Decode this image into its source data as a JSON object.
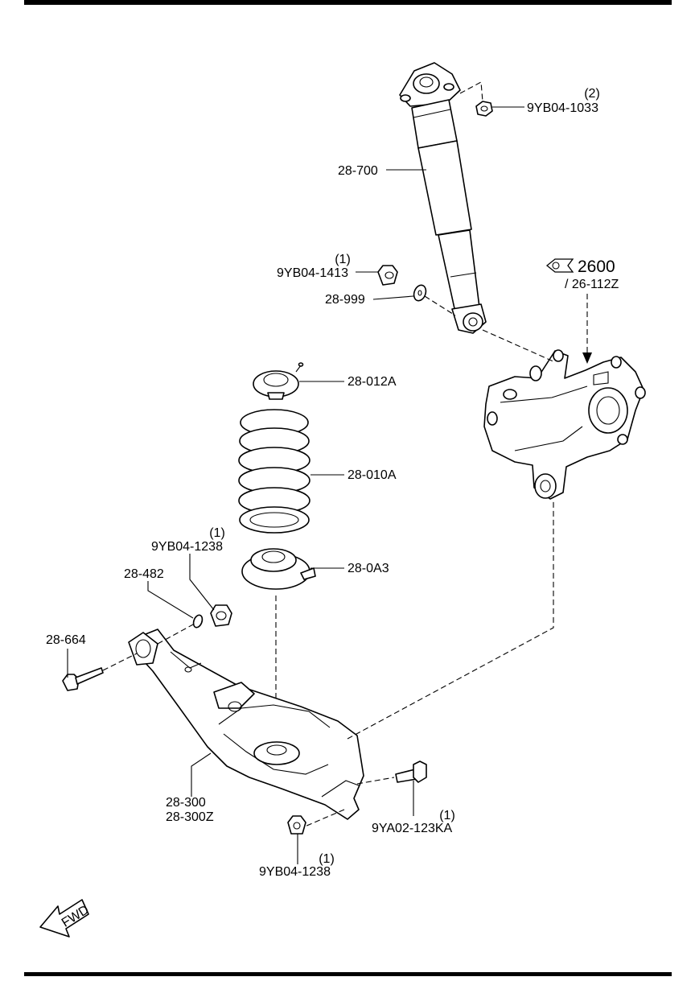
{
  "diagram": {
    "section_ref": {
      "code": "2600",
      "sub": "/ 26-112Z"
    },
    "orientation": {
      "label": "FWD"
    },
    "parts": [
      {
        "id": "9YB04-1033",
        "qty": "(2)"
      },
      {
        "id": "28-700"
      },
      {
        "id": "9YB04-1413",
        "qty": "(1)"
      },
      {
        "id": "28-999"
      },
      {
        "id": "28-012A"
      },
      {
        "id": "28-010A"
      },
      {
        "id": "9YB04-1238",
        "qty": "(1)"
      },
      {
        "id": "28-0A3"
      },
      {
        "id": "28-482"
      },
      {
        "id": "28-664"
      },
      {
        "id": "28-300",
        "alt": "28-300Z"
      },
      {
        "id": "9YA02-123KA",
        "qty": "(1)"
      },
      {
        "id": "9YB04-1238",
        "qty": "(1)"
      }
    ]
  },
  "colors": {
    "line": "#000000",
    "background": "#ffffff"
  }
}
